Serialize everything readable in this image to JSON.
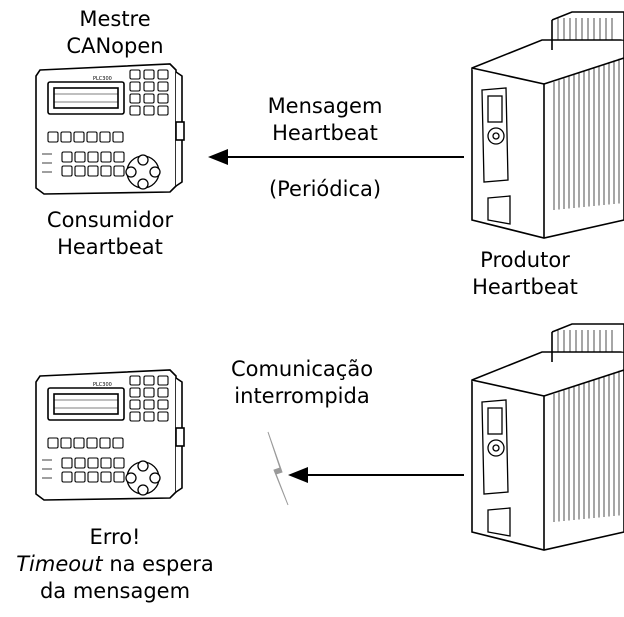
{
  "top": {
    "master_label": [
      "Mestre",
      "CANopen"
    ],
    "master_role": [
      "Consumidor",
      "Heartbeat"
    ],
    "message_label": [
      "Mensagem",
      "Heartbeat"
    ],
    "message_note": "(Periódica)",
    "producer_label": [
      "Produtor",
      "Heartbeat"
    ],
    "plc_brand": "PLC300"
  },
  "bottom": {
    "interruption_label": [
      "Comunicação",
      "interrompida"
    ],
    "error_title": "Erro!",
    "error_timeout_word": "Timeout",
    "error_rest_line2": " na espera",
    "error_line3": "da mensagem",
    "plc_brand": "PLC300"
  },
  "colors": {
    "line": "#000000",
    "lightning": "#9a9a9a",
    "device_fill": "#ffffff"
  },
  "icons": [
    "plc-controller-icon",
    "frequency-inverter-icon",
    "arrow-left-icon",
    "lightning-break-icon"
  ]
}
